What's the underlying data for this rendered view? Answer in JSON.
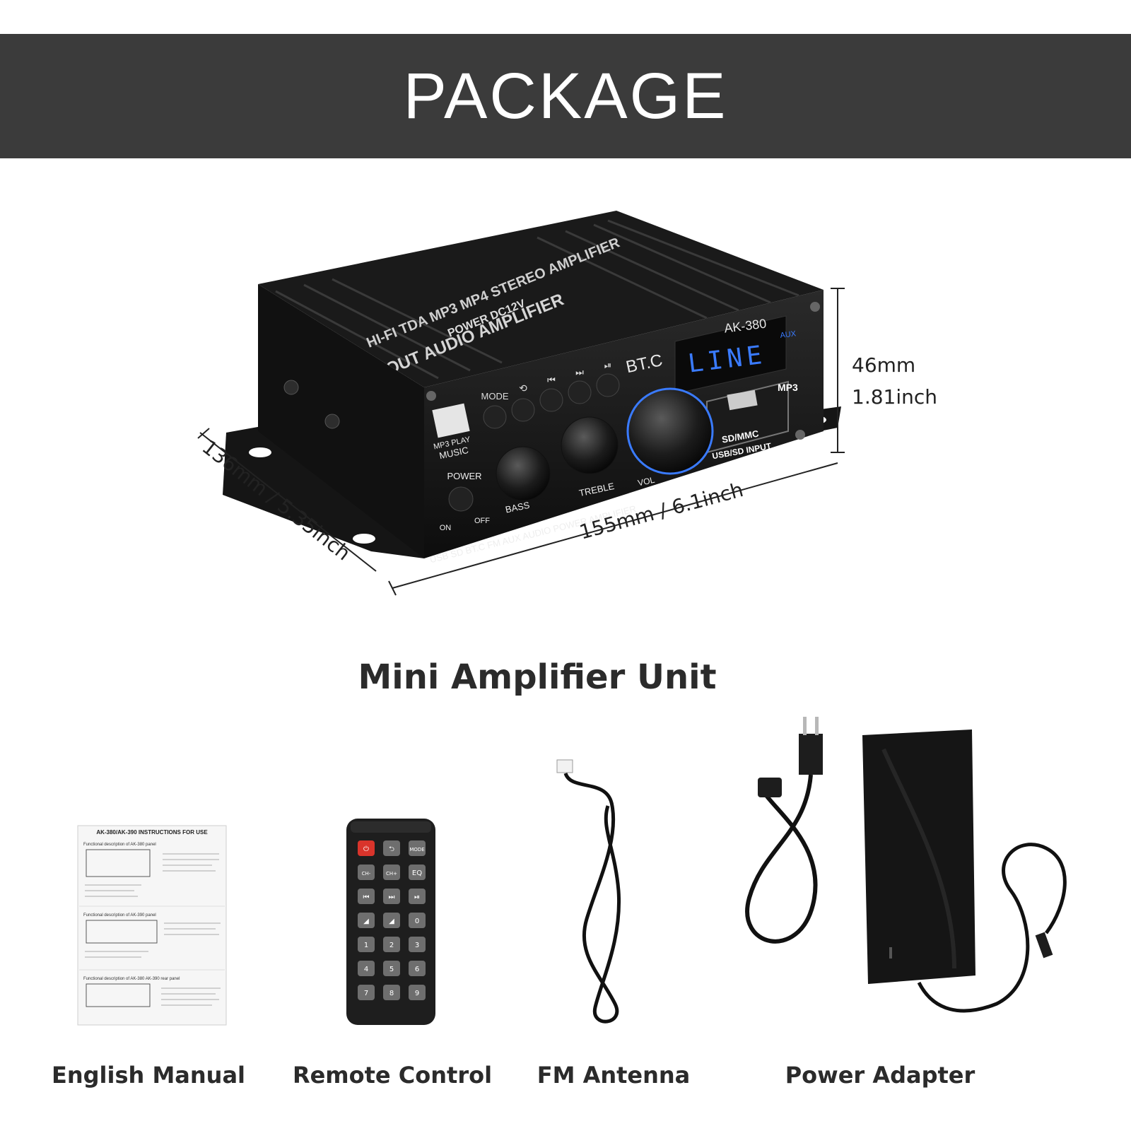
{
  "banner": {
    "title": "PACKAGE"
  },
  "amplifier": {
    "model": "AK-380",
    "display_text": "LINE",
    "display_small": "AUX",
    "brand_text": "BT.C",
    "top_labels": [
      "HI-FI TDA MP3 MP4 STEREO AMPLIFIER",
      "POWER DC12V",
      "BTL OUT AUDIO AMPLIFIER"
    ],
    "buttons": [
      "MODE",
      "⟲",
      "⏮",
      "⏭",
      "⏯"
    ],
    "mp3_label": "MP3 PLAY",
    "music_label": "MUSIC",
    "power_label": "POWER",
    "on_label": "ON",
    "off_label": "OFF",
    "bass_label": "BASS",
    "treble_label": "TREBLE",
    "volume_label": "VOL",
    "mp3_slot_label": "MP3",
    "sd_label": "SD/MMC",
    "usb_sd_label": "USB/SD INPUT",
    "bottom_strip": "USB SD BT.C FM AUX AUDIO POWER AMPLIFIER"
  },
  "dimensions": {
    "height_mm": "46mm",
    "height_inch": "1.81inch",
    "width": "155mm / 6.1inch",
    "depth": "136mm / 5.35inch"
  },
  "unit_caption": "Mini Amplifier Unit",
  "manual": {
    "title": "AK-380/AK-390 INSTRUCTIONS FOR USE",
    "section1": "Functional description of AK-380 panel",
    "section2": "Functional description of AK-390 panel",
    "section3": "Functional description of AK-380 AK-390 rear panel"
  },
  "remote": {
    "keys": [
      "⏻",
      "⮌",
      "MODE",
      "CH-",
      "CH+",
      "EQ",
      "⏮",
      "⏭",
      "⏯",
      "◢",
      "◢",
      "0",
      "1",
      "2",
      "3",
      "4",
      "5",
      "6",
      "7",
      "8",
      "9"
    ]
  },
  "items": [
    {
      "label": "English Manual"
    },
    {
      "label": "Remote Control"
    },
    {
      "label": "FM Antenna"
    },
    {
      "label": "Power Adapter"
    }
  ],
  "colors": {
    "banner": "#3b3b3b",
    "accent_blue": "#3a7bff",
    "power_red": "#d9342b"
  }
}
